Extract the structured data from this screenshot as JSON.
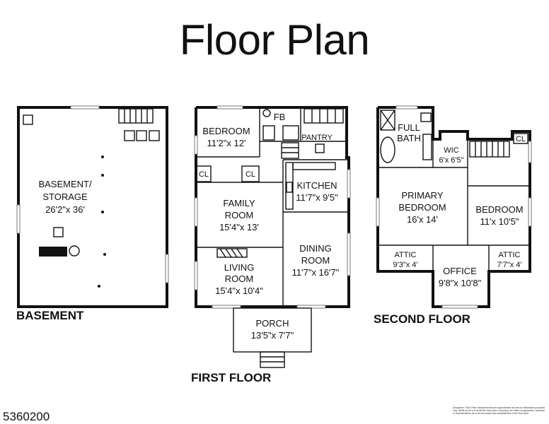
{
  "title": "Floor Plan",
  "listing_number": "5360200",
  "disclaimer": "Disclaimer: Floor Plan measurements are approximate and are for illustrative purposes only. While we do not doubt the floor plan's accuracy, we make no guarantee, warranty, or representation as to the accuracy and completeness of the floor plan.",
  "floors": {
    "basement": {
      "label": "BASEMENT",
      "rooms": [
        {
          "name": "BASEMENT/",
          "name2": "STORAGE",
          "dims": "26'2\"x 36'"
        }
      ]
    },
    "first": {
      "label": "FIRST FLOOR",
      "rooms": {
        "bedroom": {
          "name": "BEDROOM",
          "dims": "11'2\"x 12'"
        },
        "fb": {
          "name": "FB"
        },
        "pantry": {
          "name": "PANTRY"
        },
        "cl1": {
          "name": "CL"
        },
        "cl2": {
          "name": "CL"
        },
        "kitchen": {
          "name": "KITCHEN",
          "dims": "11'7\"x 9'5\""
        },
        "family": {
          "name": "FAMILY",
          "name2": "ROOM",
          "dims": "15'4\"x 13'"
        },
        "dining": {
          "name": "DINING",
          "name2": "ROOM",
          "dims": "11'7\"x 16'7\""
        },
        "living": {
          "name": "LIVING",
          "name2": "ROOM",
          "dims": "15'4\"x 10'4\""
        },
        "porch": {
          "name": "PORCH",
          "dims": "13'5\"x 7'7\""
        }
      }
    },
    "second": {
      "label": "SECOND FLOOR",
      "rooms": {
        "fullbath": {
          "name": "FULL",
          "name2": "BATH"
        },
        "wic": {
          "name": "WIC",
          "dims": "6'x 6'5\""
        },
        "cl": {
          "name": "CL"
        },
        "primary": {
          "name": "PRIMARY",
          "name2": "BEDROOM",
          "dims": "16'x 14'"
        },
        "bedroom": {
          "name": "BEDROOM",
          "dims": "11'x 10'5\""
        },
        "attic1": {
          "name": "ATTIC",
          "dims": "9'3\"x 4'"
        },
        "attic2": {
          "name": "ATTIC",
          "dims": "7'7\"x 4'"
        },
        "office": {
          "name": "OFFICE",
          "dims": "9'8\"x 10'8\""
        }
      }
    }
  }
}
